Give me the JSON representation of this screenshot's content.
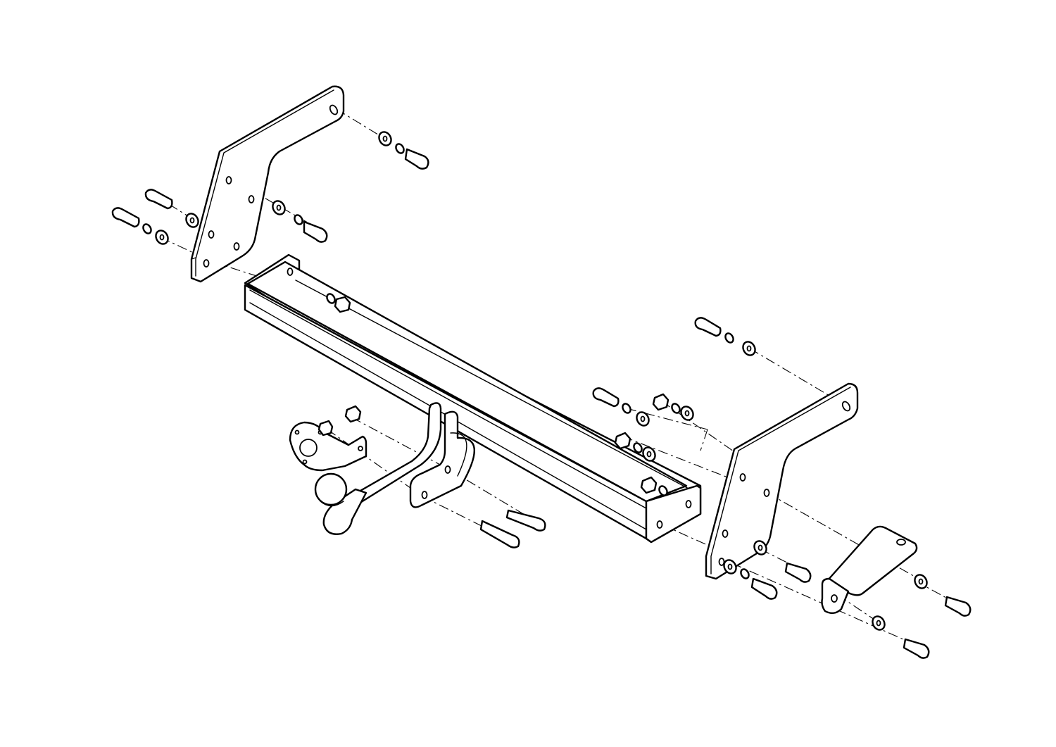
{
  "diagram": {
    "kind": "exploded-assembly",
    "colors": {
      "line": "#000000",
      "background": "#ffffff"
    },
    "parts": [
      "left-mounting-bracket",
      "right-mounting-bracket",
      "main-crossbar",
      "tow-ball-arm",
      "socket-plate",
      "right-support-strap"
    ],
    "fasteners": [
      "hex-bolt",
      "spring-washer",
      "flat-washer",
      "hex-nut"
    ]
  }
}
